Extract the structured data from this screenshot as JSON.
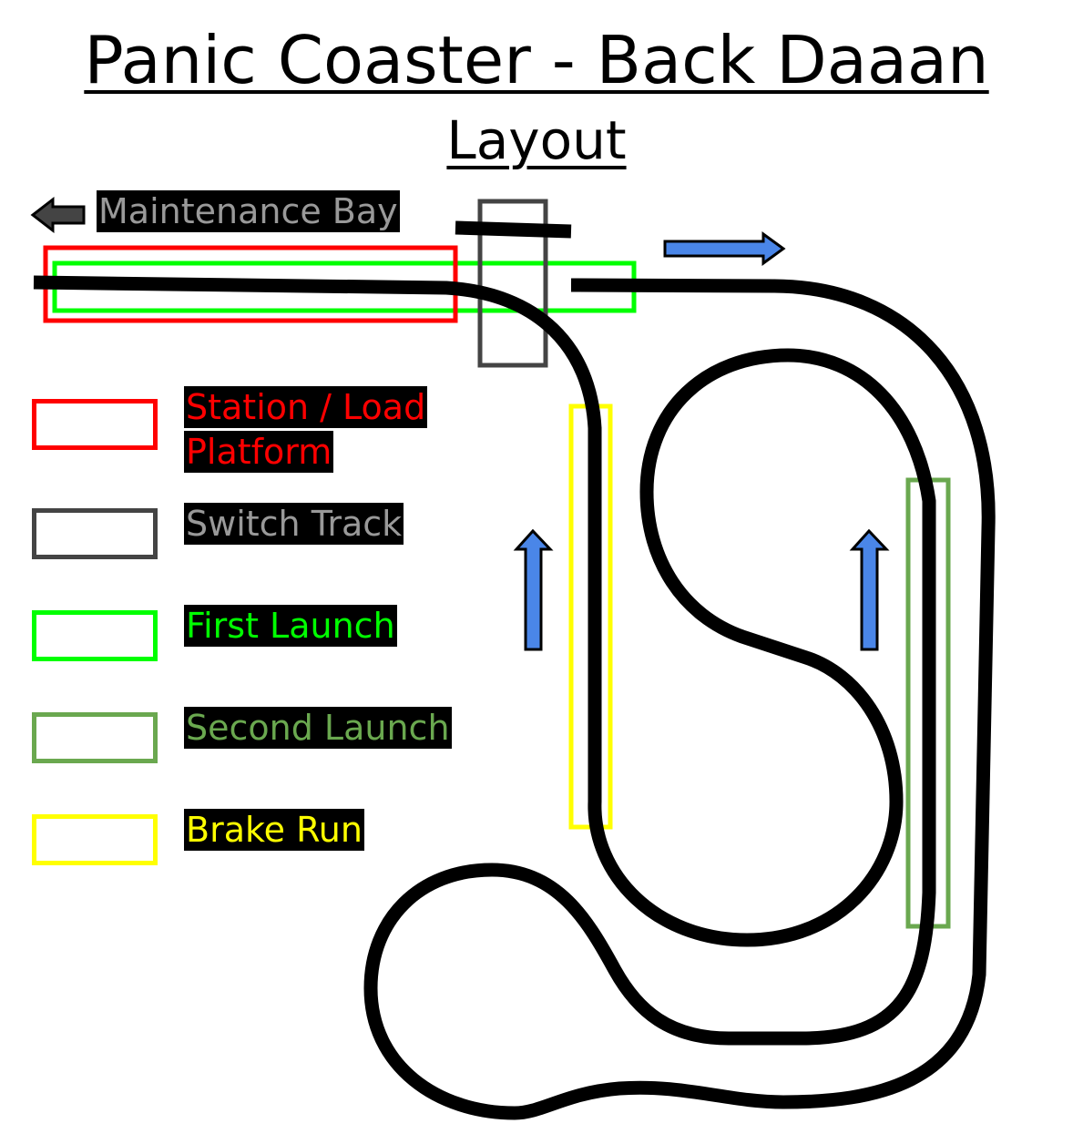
{
  "title": "Panic Coaster - Back Daaan",
  "subtitle": "Layout",
  "maintenance_label": "Maintenance Bay",
  "colors": {
    "station": "#ff0000",
    "switch": "#444444",
    "first_launch": "#00ff00",
    "second_launch": "#6aa84f",
    "brake": "#ffff00",
    "track": "#000000",
    "direction_arrow": "#4a86e8",
    "maintenance_arrow": "#444444"
  },
  "legend": [
    {
      "key": "station",
      "label_lines": [
        "Station / Load",
        "Platform"
      ],
      "color": "#ff0000"
    },
    {
      "key": "switch",
      "label_lines": [
        "Switch Track"
      ],
      "color": "#999999"
    },
    {
      "key": "first_launch",
      "label_lines": [
        "First Launch"
      ],
      "color": "#00ff00"
    },
    {
      "key": "second_launch",
      "label_lines": [
        "Second Launch"
      ],
      "color": "#6aa84f"
    },
    {
      "key": "brake",
      "label_lines": [
        "Brake Run"
      ],
      "color": "#ffff00"
    }
  ]
}
